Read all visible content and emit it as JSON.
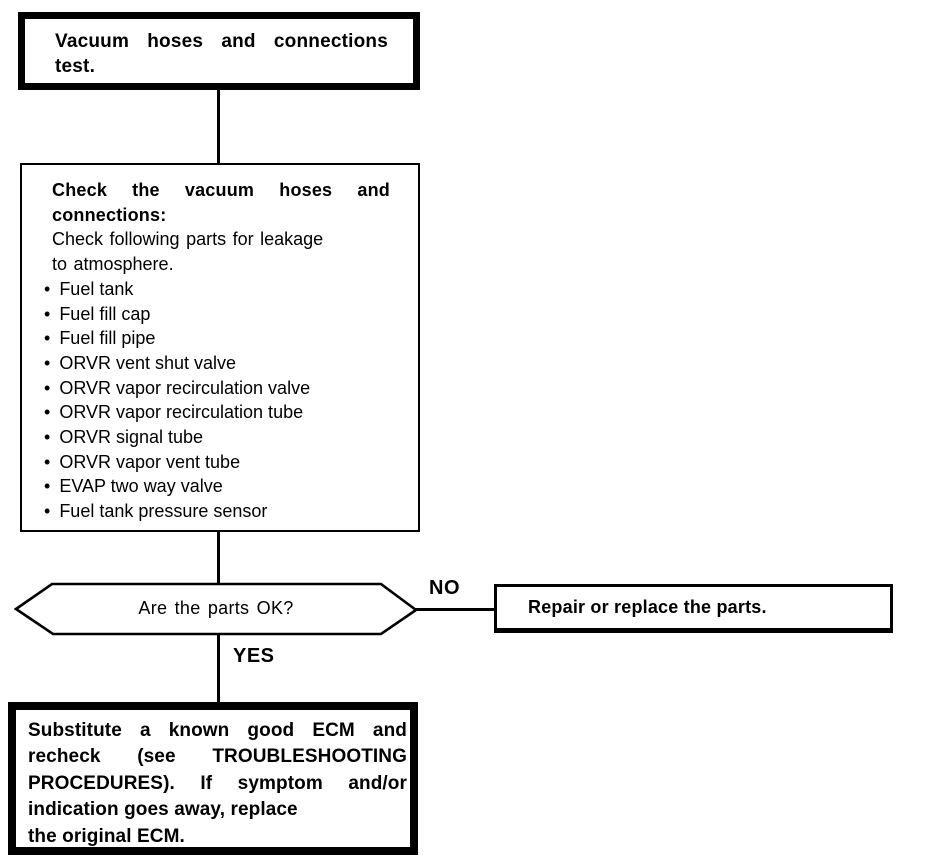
{
  "colors": {
    "ink": "#000000",
    "paper": "#ffffff"
  },
  "flowchart": {
    "start_box": {
      "lines": [
        "Vacuum hoses and connections",
        "test."
      ]
    },
    "check_box": {
      "heading_lines": [
        "Check the vacuum hoses and",
        "connections:"
      ],
      "sub_lines": [
        "Check following parts for leakage",
        "to atmosphere."
      ],
      "items": [
        "Fuel tank",
        "Fuel fill cap",
        "Fuel fill pipe",
        "ORVR vent shut valve",
        "ORVR vapor recirculation valve",
        "ORVR vapor recirculation tube",
        "ORVR signal tube",
        "ORVR vapor vent tube",
        "EVAP two way valve",
        "Fuel tank pressure sensor"
      ]
    },
    "decision": {
      "question": "Are the parts OK?",
      "no_label": "NO",
      "yes_label": "YES"
    },
    "repair_box": {
      "text": "Repair or replace the parts."
    },
    "ecm_box": {
      "lines": [
        "Substitute a known good ECM and",
        "recheck (see TROUBLESHOOTING",
        "PROCEDURES). If symptom and/or",
        "indication goes away, replace",
        "the original ECM."
      ]
    }
  }
}
